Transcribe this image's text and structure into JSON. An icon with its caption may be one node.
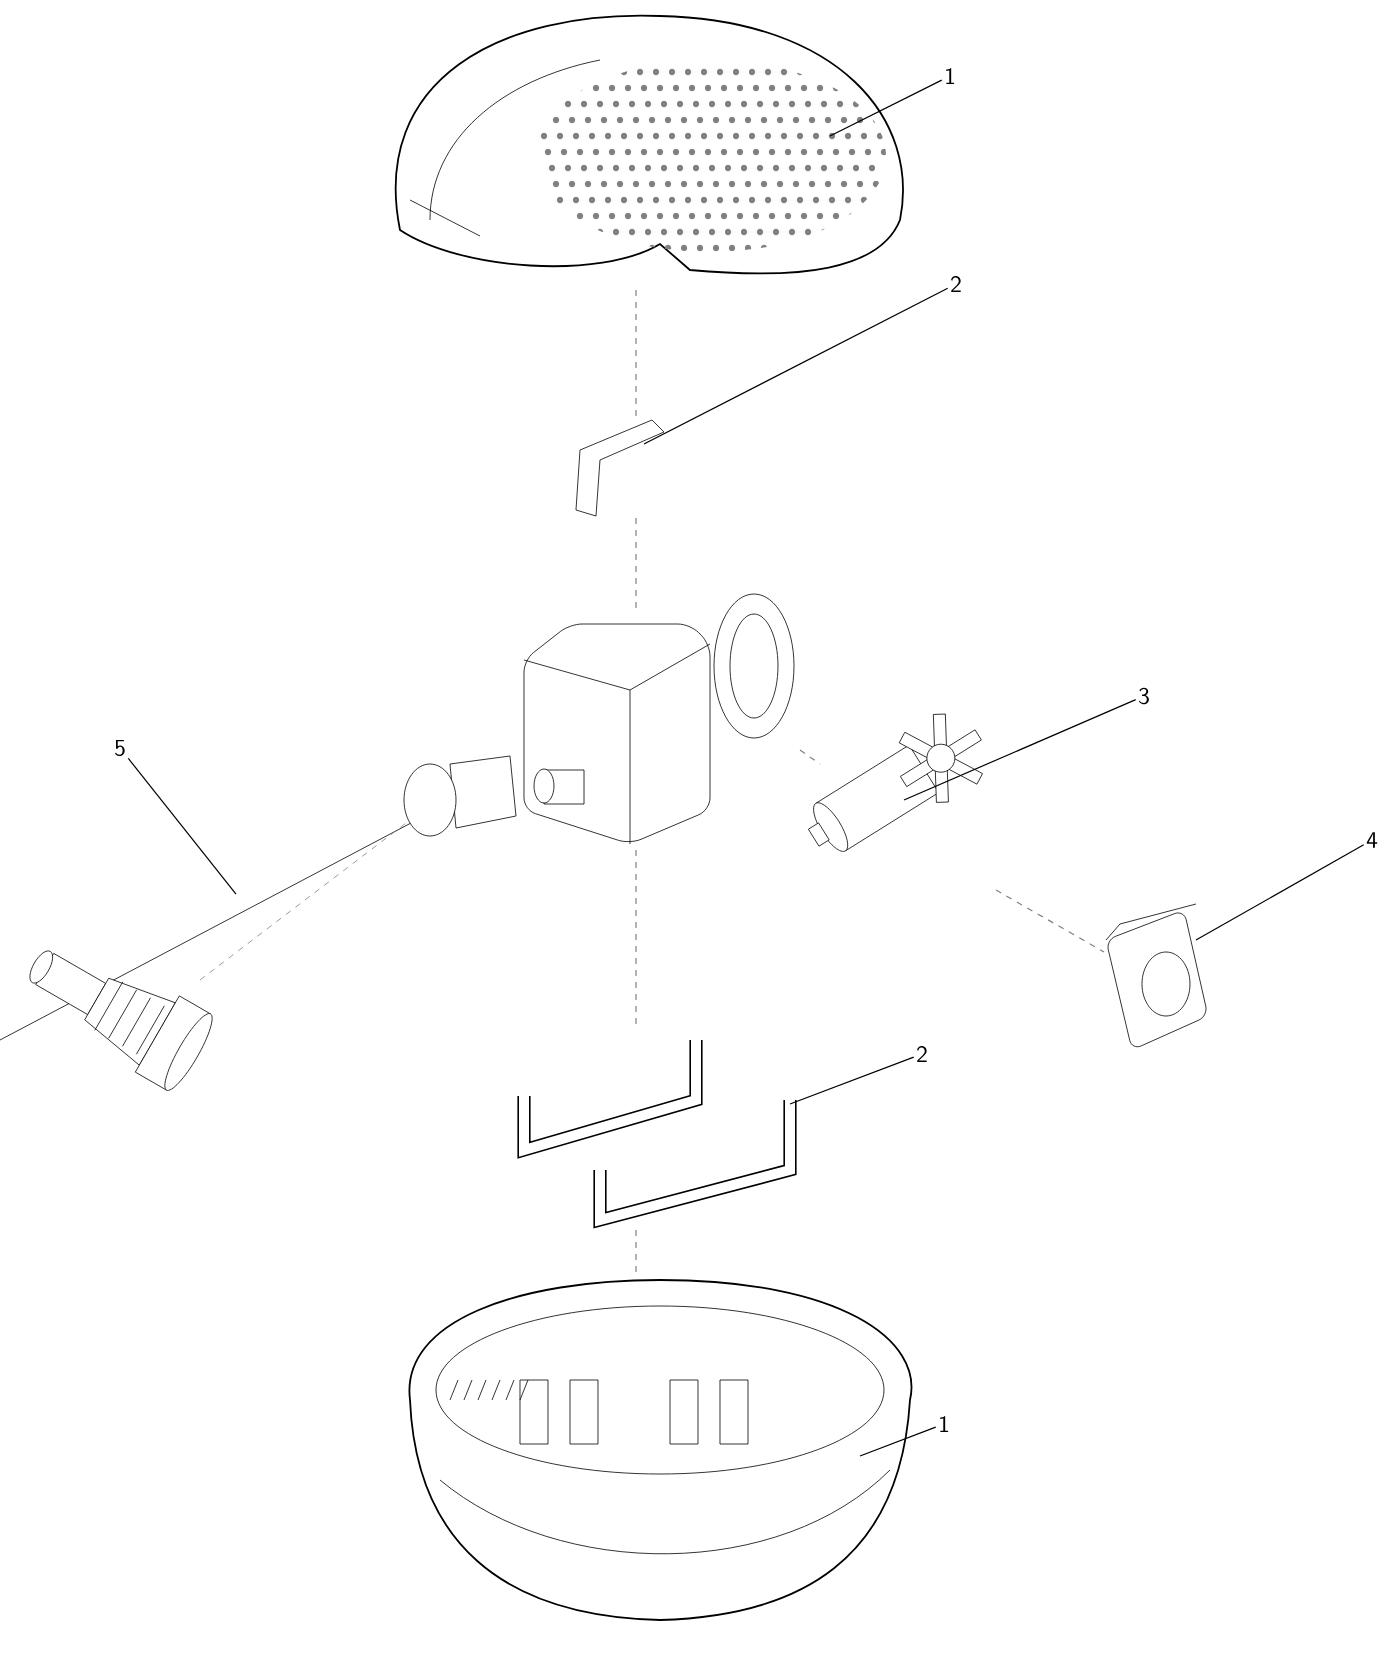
{
  "diagram": {
    "nodes": [
      {
        "text": [
          "1"
        ]
      },
      {
        "text": [],
        "shape": "picture"
      },
      {
        "text": [
          "2"
        ]
      },
      {
        "text": [],
        "shape": "picture"
      },
      {
        "text": [
          "3"
        ]
      },
      {
        "text": [],
        "shape": "picture"
      },
      {
        "text": [
          "4"
        ]
      },
      {
        "text": [],
        "shape": "picture"
      },
      {
        "text": [
          "5"
        ]
      },
      {
        "text": [],
        "shape": "picture"
      },
      {
        "text": [
          "2"
        ]
      },
      {
        "text": [],
        "shape": "picture"
      },
      {
        "text": [
          "1"
        ]
      },
      {
        "text": [],
        "shape": "picture"
      },
      {
        "text": [],
        "shape": "picture"
      }
    ],
    "edges": [
      {
        "from": 0,
        "to": 1,
        "arrow": "none"
      },
      {
        "from": 2,
        "to": 3,
        "arrow": "none"
      },
      {
        "from": 4,
        "to": 5,
        "arrow": "none"
      },
      {
        "from": 6,
        "to": 7,
        "arrow": "none"
      },
      {
        "from": 8,
        "to": 9,
        "arrow": "none"
      },
      {
        "from": 10,
        "to": 11,
        "arrow": "none"
      },
      {
        "from": 12,
        "to": 13,
        "arrow": "none"
      },
      {
        "from": 1,
        "to": 3,
        "arrow": "none",
        "style": "dashed",
        "color": "#808080"
      },
      {
        "from": 3,
        "to": 14,
        "arrow": "none",
        "style": "dashed",
        "color": "#808080"
      },
      {
        "from": 14,
        "to": 11,
        "arrow": "none",
        "style": "dashed",
        "color": "#808080"
      },
      {
        "from": 11,
        "to": 13,
        "arrow": "none",
        "style": "dashed",
        "color": "#808080"
      },
      {
        "from": 14,
        "to": 5,
        "arrow": "none",
        "style": "dashed",
        "color": "#808080"
      },
      {
        "from": 5,
        "to": 7,
        "arrow": "none",
        "style": "dashed",
        "color": "#808080"
      }
    ]
  }
}
